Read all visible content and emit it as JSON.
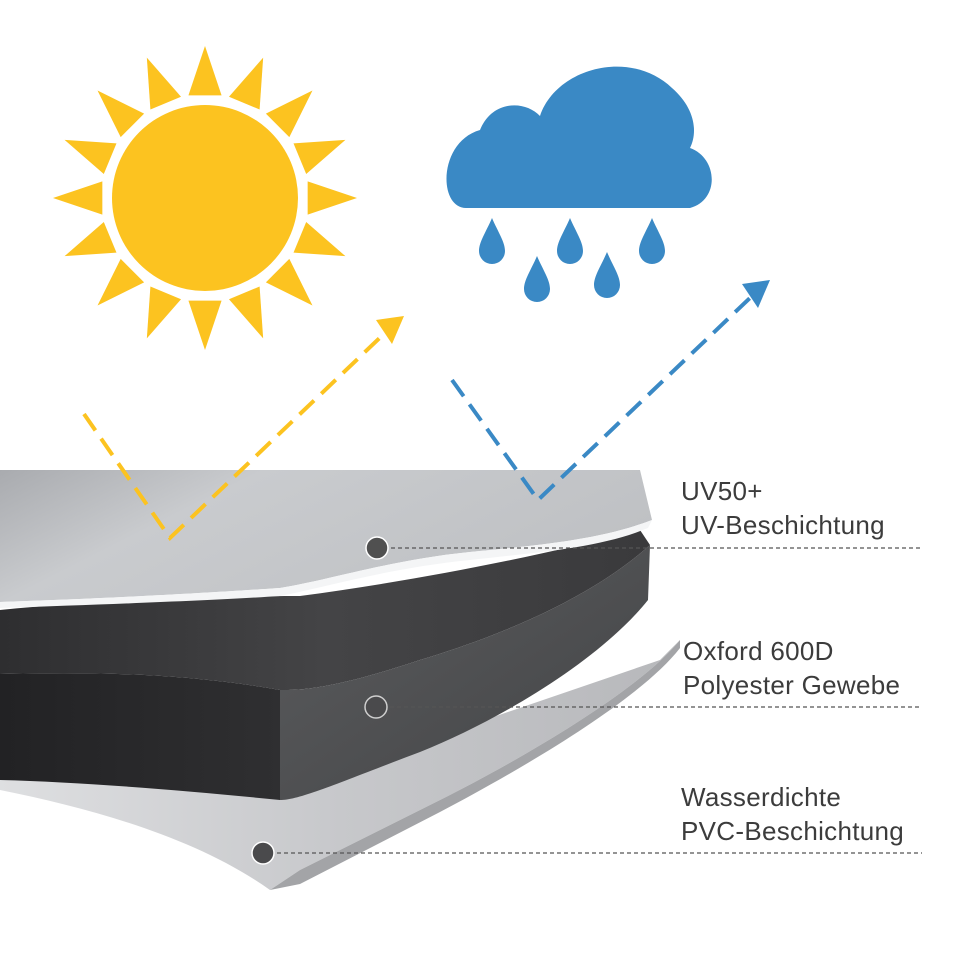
{
  "colors": {
    "sun": "#fcc320",
    "rain": "#3a89c5",
    "uv_layer": "#c4c6c9",
    "fabric_layer": "#3a3a3c",
    "pvc_layer": "#c9cacd",
    "text": "#3c3c3c"
  },
  "icons": {
    "sun": "sun-icon",
    "rain": "rain-cloud-icon"
  },
  "layers": [
    {
      "id": "uv",
      "line1": "UV50+",
      "line2": "UV-Beschichtung"
    },
    {
      "id": "fabric",
      "line1": "Oxford 600D",
      "line2": "Polyester Gewebe"
    },
    {
      "id": "pvc",
      "line1": "Wasserdichte",
      "line2": "PVC-Beschichtung"
    }
  ]
}
